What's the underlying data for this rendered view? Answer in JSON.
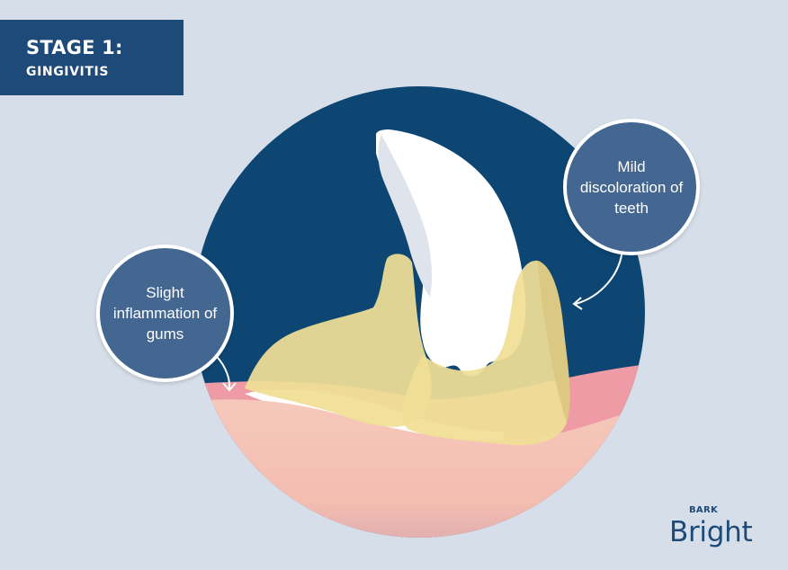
{
  "header": {
    "stage_label": "STAGE 1:",
    "stage_name": "GINGIVITIS"
  },
  "callouts": {
    "gums": "Slight inflammation of gums",
    "teeth": "Mild discoloration of teeth"
  },
  "logo": {
    "small_text": "BARK",
    "large_text": "Bright"
  },
  "colors": {
    "background": "#d6dfe9",
    "navy": "#1d4a78",
    "circle_bg": "#0d4673",
    "callout_fill": "#436790",
    "tooth": "#ffffff",
    "tartar": "#f2e29a",
    "gum": "#f5c4b8",
    "gum_inflamed": "#ef9ba4"
  }
}
